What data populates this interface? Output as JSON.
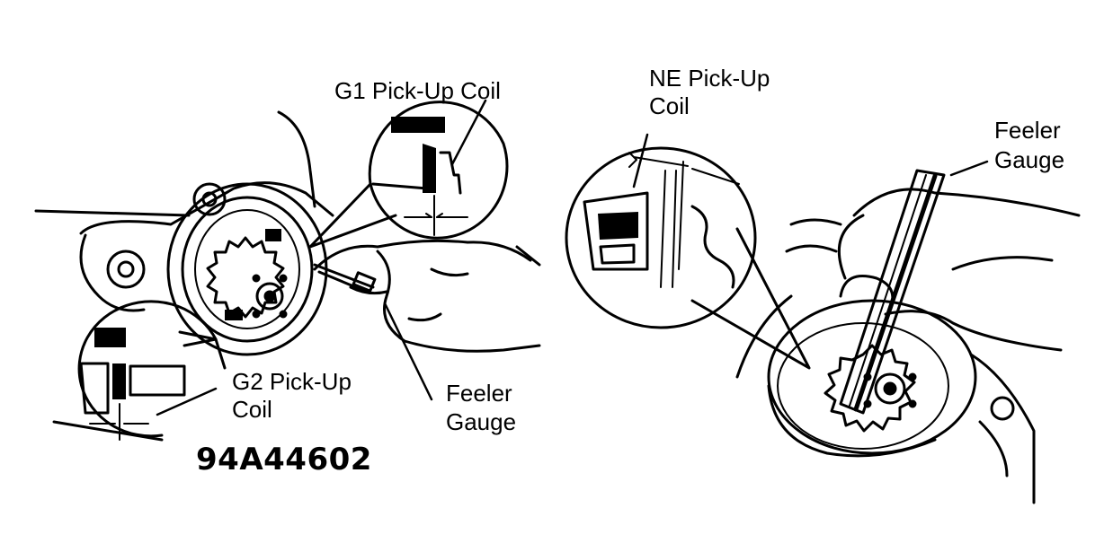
{
  "labels": {
    "g1_pickup_coil": "G1 Pick-Up Coil",
    "g2_pickup_coil_line1": "G2 Pick-Up",
    "g2_pickup_coil_line2": "Coil",
    "feeler_gauge_left_line1": "Feeler",
    "feeler_gauge_left_line2": "Gauge",
    "ne_pickup_coil_line1": "NE Pick-Up",
    "ne_pickup_coil_line2": "Coil",
    "feeler_gauge_right_line1": "Feeler",
    "feeler_gauge_right_line2": "Gauge"
  },
  "figure_number": "94A44602",
  "colors": {
    "ink": "#000000",
    "paper": "#ffffff"
  }
}
